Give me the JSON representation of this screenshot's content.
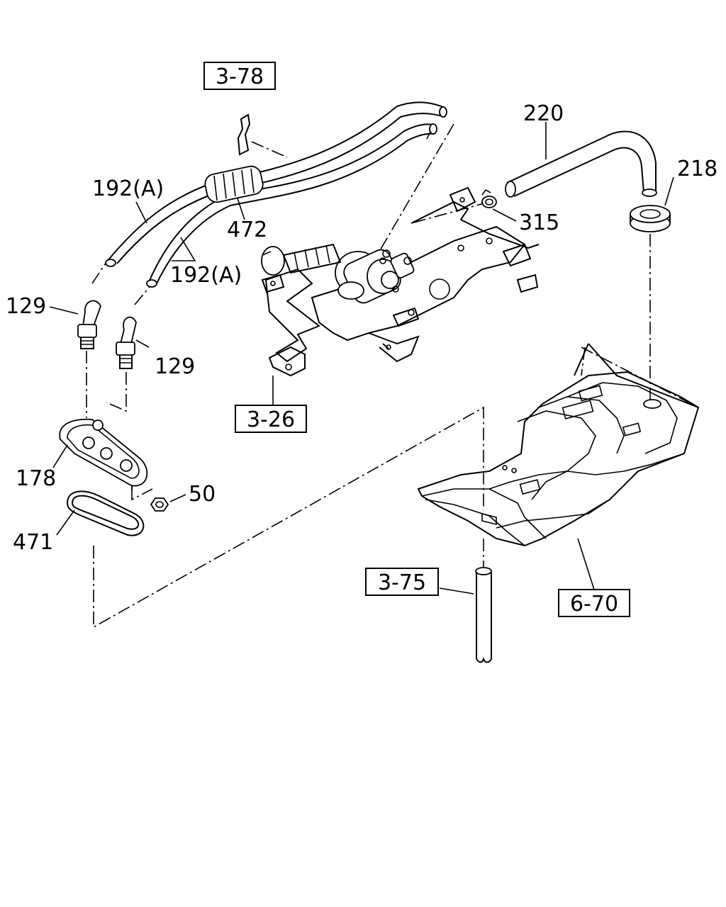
{
  "refs": {
    "r378": "3-78",
    "r326": "3-26",
    "r375": "3-75",
    "r670": "6-70"
  },
  "parts": {
    "p192a_upper": "192(A)",
    "p192a_lower": "192(A)",
    "p472": "472",
    "p220": "220",
    "p218": "218",
    "p315": "315",
    "p129_left": "129",
    "p129_right": "129",
    "p178": "178",
    "p50": "50",
    "p471": "471"
  }
}
